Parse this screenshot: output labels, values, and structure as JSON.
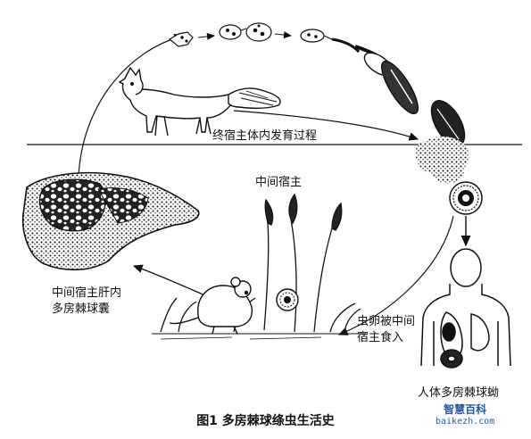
{
  "labels": {
    "definitive_host_development": "终宿主体内发育过程",
    "intermediate_host": "中间宿主",
    "liver_cyst_line1": "中间宿主肝内",
    "liver_cyst_line2": "多房棘球囊",
    "eggs_line1": "虫卵被中间",
    "eggs_line2": "宿主食入",
    "human_disease": "人体多房棘球蚴"
  },
  "caption": "图1  多房棘球绦虫生活史",
  "watermark": {
    "brand": "智慧百科",
    "url": "baikezh.com"
  },
  "colors": {
    "ink": "#111111",
    "watermark": "#1f5aa8",
    "background": "#ffffff"
  }
}
